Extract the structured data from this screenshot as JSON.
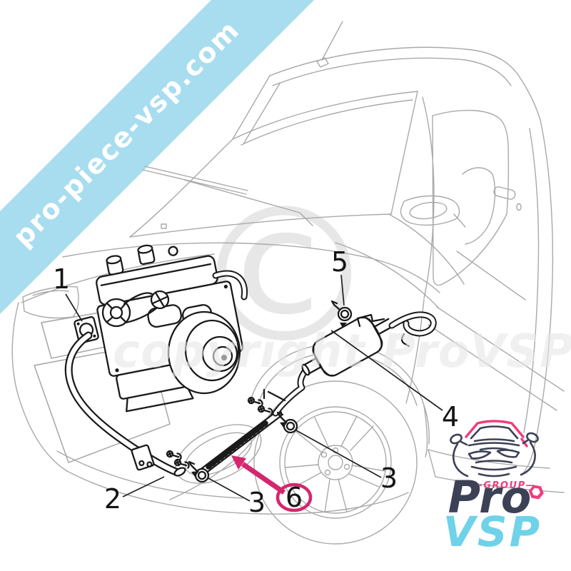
{
  "watermarks": {
    "banner_text": "pro-piece-vsp.com",
    "copyright_symbol": "©",
    "copyright_text": "copyright ProVSP"
  },
  "callouts": [
    {
      "id": "part-1",
      "label": "1"
    },
    {
      "id": "part-2",
      "label": "2"
    },
    {
      "id": "part-3-front",
      "label": "3"
    },
    {
      "id": "part-3-rear",
      "label": "3"
    },
    {
      "id": "part-4",
      "label": "4"
    },
    {
      "id": "part-5",
      "label": "5"
    },
    {
      "id": "part-6-highlighted",
      "label": "6"
    }
  ],
  "logo": {
    "group_label": "—GROUP—",
    "name_top": "Pro",
    "name_bottom": "VSP"
  },
  "colors": {
    "banner": "#a7ddef",
    "banner_text": "#ffffff",
    "line_light": "#a9a9a9",
    "line_dark": "#1a1a1a",
    "watermark": "#e7e7e7",
    "highlight": "#d5266d",
    "pink": "#ee3d7c",
    "navy": "#3d4155",
    "cyan": "#6fd2e9",
    "label": "#151515"
  }
}
